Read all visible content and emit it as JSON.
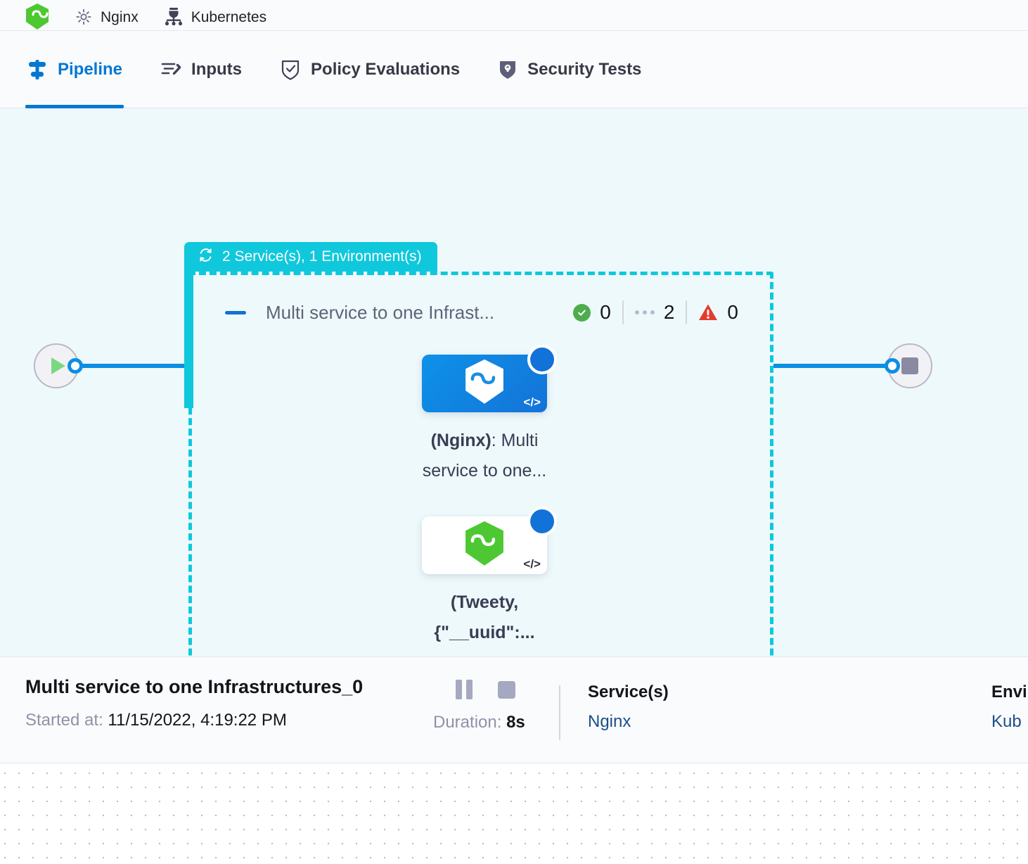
{
  "breadcrumb": {
    "items": [
      {
        "icon": "harness-hexagon-logo-green",
        "label": ""
      },
      {
        "icon": "gear-icon",
        "label": "Nginx"
      },
      {
        "icon": "kubernetes-infrastructure-icon",
        "label": "Kubernetes"
      }
    ]
  },
  "tabs": [
    {
      "id": "pipeline",
      "label": "Pipeline",
      "icon": "pipeline-icon",
      "active": true
    },
    {
      "id": "inputs",
      "label": "Inputs",
      "icon": "inputs-wand-icon",
      "active": false
    },
    {
      "id": "policy-evaluations",
      "label": "Policy Evaluations",
      "icon": "shield-check-icon",
      "active": false
    },
    {
      "id": "security-tests",
      "label": "Security Tests",
      "icon": "shield-security-icon",
      "active": false
    }
  ],
  "canvas": {
    "start_node": {
      "icon": "play-icon",
      "name": "start-node"
    },
    "end_node": {
      "icon": "stop-square-icon",
      "name": "end-node"
    },
    "group": {
      "badge_icon": "loop-matrix-icon",
      "badge_label": "2 Service(s), 1 Environment(s)",
      "badge_color": "#0fc8dc",
      "stage_title": "Multi service to one Infrast...",
      "collapse_icon": "collapse-dash-icon",
      "counts": [
        {
          "id": "success",
          "icon": "check-circle-icon",
          "value": "0",
          "color": "#4dad4d"
        },
        {
          "id": "pending",
          "icon": "pending-dots-icon",
          "value": "2",
          "color": "#b7bbcc"
        },
        {
          "id": "error",
          "icon": "warning-triangle-icon",
          "value": "0",
          "color": "#e43b2c"
        }
      ],
      "steps": [
        {
          "id": "nginx-step",
          "style": "blue",
          "logo": "harness-hexagon-logo-white",
          "code_badge": "</>",
          "status": "running-spinner",
          "label_bold": "(Nginx)",
          "label_rest": ": Multi service to one..."
        },
        {
          "id": "tweety-step",
          "style": "white",
          "logo": "harness-hexagon-logo-green",
          "code_badge": "</>",
          "status": "running-spinner",
          "label_bold": "(Tweety, {\"__uuid\":...",
          "label_rest": ""
        }
      ]
    }
  },
  "details": {
    "title": "Multi service to one Infrastructures_0",
    "started_label": "Started at:",
    "started_value": "11/15/2022, 4:19:22 PM",
    "pause_icon": "pause-icon",
    "stop_icon": "stop-icon",
    "duration_label": "Duration:",
    "duration_value": "8s",
    "columns": [
      {
        "id": "services",
        "head": "Service(s)",
        "value": "Nginx"
      },
      {
        "id": "environments",
        "head": "Envi",
        "value": "Kub"
      }
    ]
  }
}
